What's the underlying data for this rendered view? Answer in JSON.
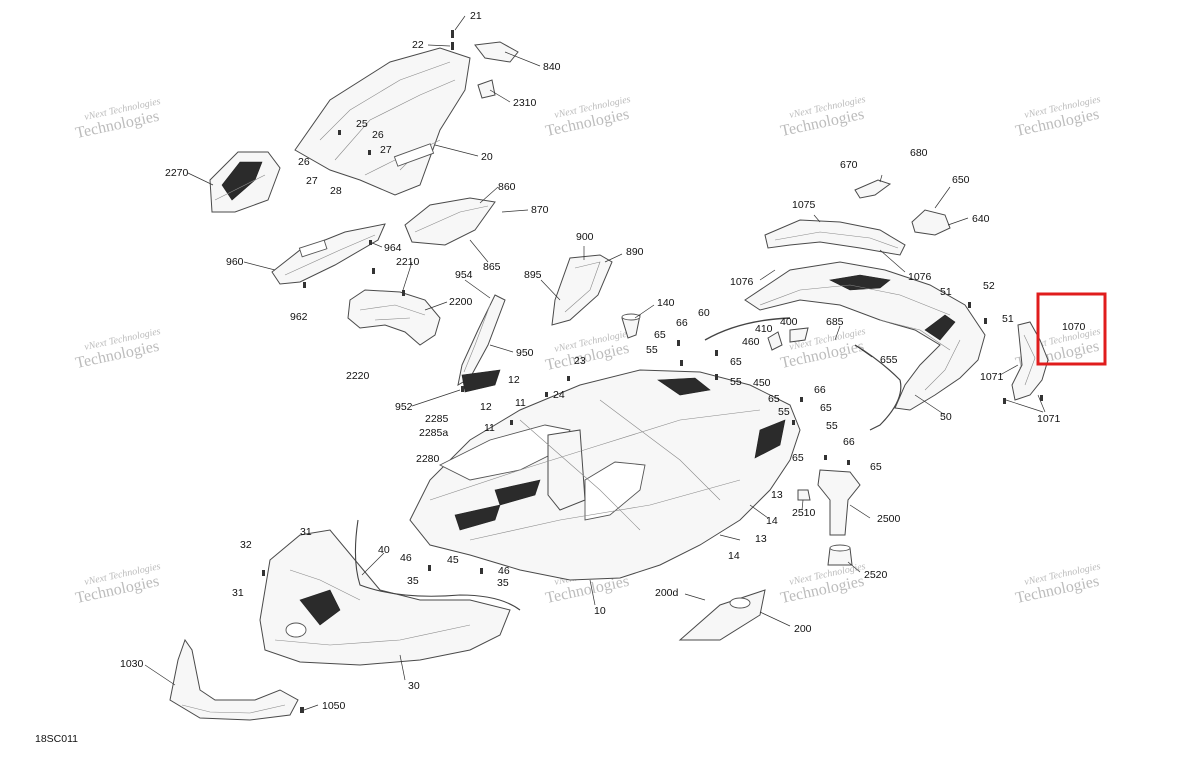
{
  "diagram": {
    "ref_code": "18SC011",
    "watermark_line1": "vNext Technologies",
    "watermark_line2": "Technologies",
    "callouts": {
      "c21": "21",
      "c22": "22",
      "c840": "840",
      "c2310": "2310",
      "c20": "20",
      "c25": "25",
      "c26a": "26",
      "c26b": "26",
      "c27a": "27",
      "c27b": "27",
      "c28": "28",
      "c2270": "2270",
      "c860": "860",
      "c870": "870",
      "c865": "865",
      "c960": "960",
      "c964": "964",
      "c962": "962",
      "c2210": "2210",
      "c2200": "2200",
      "c2220": "2220",
      "c954": "954",
      "c950": "950",
      "c952": "952",
      "c900": "900",
      "c890": "890",
      "c895": "895",
      "c140": "140",
      "c60": "60",
      "c65a": "65",
      "c66a": "66",
      "c55a": "55",
      "c65b": "65",
      "c55b": "55",
      "c410": "410",
      "c400": "400",
      "c460": "460",
      "c450": "450",
      "c685": "685",
      "c655": "655",
      "c1075": "1075",
      "c1076a": "1076",
      "c1076b": "1076",
      "c670": "670",
      "c680": "680",
      "c650": "650",
      "c640": "640",
      "c51a": "51",
      "c52": "52",
      "c51b": "51",
      "c50": "50",
      "c1070": "1070",
      "c1071a": "1071",
      "c1071b": "1071",
      "c23": "23",
      "c12a": "12",
      "c24": "24",
      "c11a": "11",
      "c12b": "12",
      "c11b": "11",
      "c2285": "2285",
      "c2285a": "2285a",
      "c2280": "2280",
      "c65c": "65",
      "c66b": "66",
      "c55c": "55",
      "c65d": "65",
      "c55d": "55",
      "c66c": "66",
      "c65e": "65",
      "c65f": "65",
      "c13a": "13",
      "c14a": "14",
      "c13b": "13",
      "c14b": "14",
      "c2510": "2510",
      "c2500": "2500",
      "c2520": "2520",
      "c32": "32",
      "c31a": "31",
      "c31b": "31",
      "c40": "40",
      "c46a": "46",
      "c45": "45",
      "c46b": "46",
      "c35a": "35",
      "c35b": "35",
      "c10": "10",
      "c30": "30",
      "c200d": "200d",
      "c200": "200",
      "c1030": "1030",
      "c1050": "1050"
    },
    "highlight": {
      "target_part": "1070",
      "color": "#e01c1c"
    }
  }
}
